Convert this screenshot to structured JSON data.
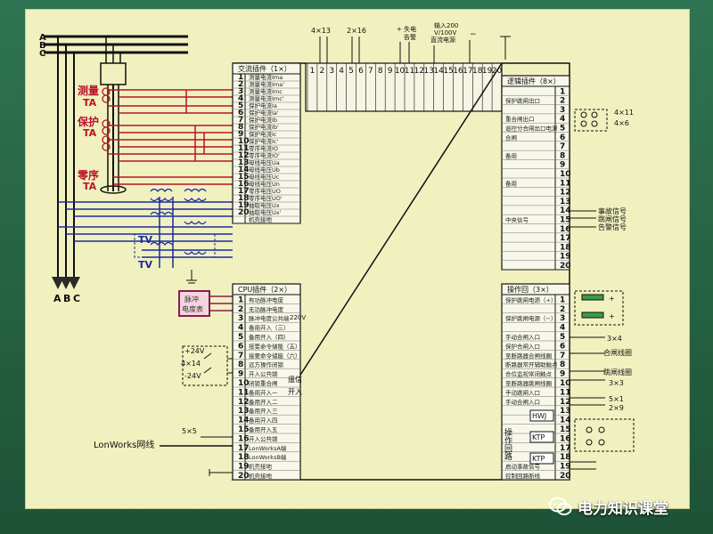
{
  "phases": [
    "A",
    "B",
    "C"
  ],
  "bottom_phases": [
    "A",
    "B",
    "C"
  ],
  "ct_labels": {
    "measure": "测量",
    "measure_ta": "TA",
    "protect": "保护",
    "protect_ta": "TA",
    "zero": "零序",
    "zero_ta": "TA"
  },
  "tv_labels": [
    "TV",
    "TV"
  ],
  "pulse_box": [
    "脉冲",
    "电度表"
  ],
  "lonworks": "LonWorks网线",
  "dc_labels": [
    "+24V",
    "4×14",
    "-24V",
    "5×5"
  ],
  "top_terminals": {
    "groups": [
      "4×13",
      "2×16",
      "+ 失电",
      "告警",
      "输入200",
      "V/100V",
      "直流电源",
      "−"
    ],
    "numbers": [
      "1",
      "2",
      "3",
      "4",
      "5",
      "6",
      "7",
      "8",
      "9",
      "10",
      "11",
      "12",
      "13",
      "14",
      "15",
      "16",
      "17",
      "18",
      "19",
      "20"
    ]
  },
  "ac_module": {
    "title": "交流插件（1×）",
    "rows": [
      {
        "n": "1",
        "label": "测量电流Ima"
      },
      {
        "n": "2",
        "label": "测量电流Ima'"
      },
      {
        "n": "3",
        "label": "测量电流Imc"
      },
      {
        "n": "4",
        "label": "测量电流Imc'"
      },
      {
        "n": "5",
        "label": "保护电流Ia"
      },
      {
        "n": "6",
        "label": "保护电流Ia'"
      },
      {
        "n": "7",
        "label": "保护电流Ib"
      },
      {
        "n": "8",
        "label": "保护电流Ib'"
      },
      {
        "n": "9",
        "label": "保护电流Ic"
      },
      {
        "n": "10",
        "label": "保护电流Ic'"
      },
      {
        "n": "11",
        "label": "零序电流IO"
      },
      {
        "n": "12",
        "label": "零序电流IO'"
      },
      {
        "n": "13",
        "label": "母线电压Ua"
      },
      {
        "n": "14",
        "label": "母线电压Ub"
      },
      {
        "n": "15",
        "label": "母线电压Uc"
      },
      {
        "n": "16",
        "label": "母线电压Un"
      },
      {
        "n": "17",
        "label": "零序电压UO"
      },
      {
        "n": "18",
        "label": "零序电压UO'"
      },
      {
        "n": "19",
        "label": "抽取电压Ux"
      },
      {
        "n": "20",
        "label": "抽取电压Ux'"
      },
      {
        "n": "",
        "label": "机壳接地"
      }
    ]
  },
  "cpu_module": {
    "title": "CPU插件（2×）",
    "rows": [
      {
        "n": "1",
        "label": "有功脉冲电度"
      },
      {
        "n": "2",
        "label": "无功脉冲电度"
      },
      {
        "n": "3",
        "label": "脉冲电度公共端"
      },
      {
        "n": "4",
        "label": "备用开入（三）"
      },
      {
        "n": "5",
        "label": "备用开入（四）"
      },
      {
        "n": "6",
        "label": "接要命令储能（五）"
      },
      {
        "n": "7",
        "label": "接要命令储能（六）"
      },
      {
        "n": "8",
        "label": "远方操作闭锁"
      },
      {
        "n": "9",
        "label": "开入公共端"
      },
      {
        "n": "10",
        "label": "闭锁重合闸"
      },
      {
        "n": "11",
        "label": "备用开入一"
      },
      {
        "n": "12",
        "label": "备用开入二"
      },
      {
        "n": "13",
        "label": "备用开入三"
      },
      {
        "n": "14",
        "label": "备用开入四"
      },
      {
        "n": "15",
        "label": "备用开入五"
      },
      {
        "n": "16",
        "label": "开入公共端"
      },
      {
        "n": "17",
        "label": "LonWorksA端"
      },
      {
        "n": "18",
        "label": "LonWorksB端"
      },
      {
        "n": "19",
        "label": "机壳接地"
      },
      {
        "n": "20",
        "label": "机壳接地"
      }
    ],
    "side_notes": [
      "遥信",
      "开入",
      "220V"
    ]
  },
  "relay_module": {
    "title": "逻辑插件（8×）",
    "rows": [
      {
        "n": "1",
        "label": ""
      },
      {
        "n": "2",
        "label": "保护跳闸出口"
      },
      {
        "n": "3",
        "label": ""
      },
      {
        "n": "4",
        "label": "重合闸出口"
      },
      {
        "n": "5",
        "label": "遥控分合闸出口电源"
      },
      {
        "n": "6",
        "label": "合闸"
      },
      {
        "n": "7",
        "label": ""
      },
      {
        "n": "8",
        "label": "备用"
      },
      {
        "n": "9",
        "label": ""
      },
      {
        "n": "10",
        "label": ""
      },
      {
        "n": "11",
        "label": "备用"
      },
      {
        "n": "12",
        "label": ""
      },
      {
        "n": "13",
        "label": ""
      },
      {
        "n": "14",
        "label": ""
      },
      {
        "n": "15",
        "label": "中央信号"
      },
      {
        "n": "16",
        "label": ""
      },
      {
        "n": "17",
        "label": ""
      },
      {
        "n": "18",
        "label": ""
      },
      {
        "n": "19",
        "label": ""
      },
      {
        "n": "20",
        "label": ""
      }
    ],
    "outputs": [
      "4×11",
      "4×6",
      "事故信号",
      "跳闸信号",
      "告警信号"
    ]
  },
  "op_module": {
    "title": "操作回（3×）",
    "rows": [
      {
        "n": "1",
        "label": "保护跳闸电源（+）"
      },
      {
        "n": "2",
        "label": ""
      },
      {
        "n": "3",
        "label": "保护跳闸电源（−）"
      },
      {
        "n": "4",
        "label": ""
      },
      {
        "n": "5",
        "label": "手动合闸入口"
      },
      {
        "n": "6",
        "label": "保护合闸入口"
      },
      {
        "n": "7",
        "label": "至断路器合闸线圈"
      },
      {
        "n": "8",
        "label": "断路器常开辅助触点"
      },
      {
        "n": "9",
        "label": "合位监视常闭触点"
      },
      {
        "n": "10",
        "label": "至断路器跳闸线圈"
      },
      {
        "n": "11",
        "label": "手动跳闸入口"
      },
      {
        "n": "12",
        "label": "手动合闸入口"
      },
      {
        "n": "13",
        "label": ""
      },
      {
        "n": "14",
        "label": ""
      },
      {
        "n": "15",
        "label": ""
      },
      {
        "n": "16",
        "label": ""
      },
      {
        "n": "17",
        "label": ""
      },
      {
        "n": "18",
        "label": ""
      },
      {
        "n": "19",
        "label": "启动事故信号"
      },
      {
        "n": "20",
        "label": "控制回路断线"
      }
    ],
    "outputs": [
      "3×4",
      "合闸线圈",
      "跳闸线圈",
      "3×3",
      "5×1",
      "2×9"
    ],
    "relay_tags": [
      "HWJ",
      "KTP",
      "KTP"
    ],
    "side_label": "操作回路"
  },
  "watermark": "电力知识课堂"
}
